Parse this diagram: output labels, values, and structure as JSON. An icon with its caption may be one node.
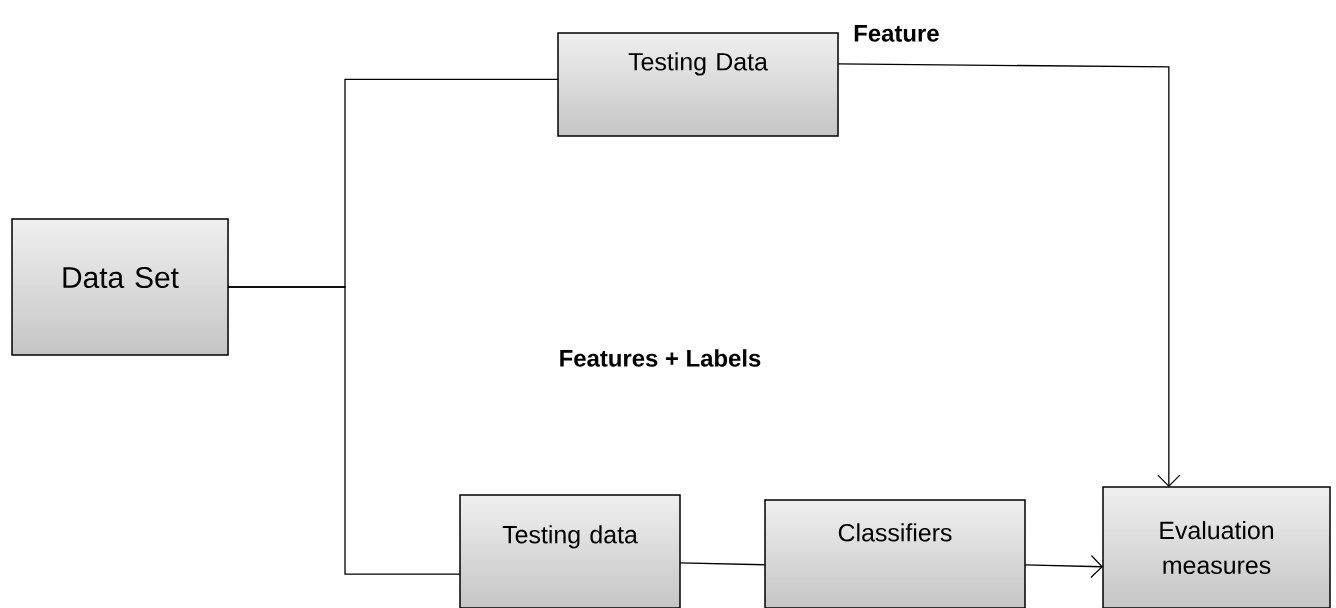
{
  "diagram": {
    "nodes": [
      {
        "text": [
          "Data Set"
        ]
      },
      {
        "text": [
          "Testing Data"
        ]
      },
      {
        "text": [
          "Testing data"
        ]
      },
      {
        "text": [
          "Classifiers"
        ]
      },
      {
        "text": [
          "Evaluation measures"
        ]
      }
    ],
    "edges": [
      {
        "from": 0,
        "to": 1,
        "arrow": "none"
      },
      {
        "from": 0,
        "to": 2,
        "arrow": "none"
      },
      {
        "from": 1,
        "to": 4,
        "arrow": "to",
        "label": "Feature"
      },
      {
        "from": 2,
        "to": 3,
        "arrow": "none"
      },
      {
        "from": 3,
        "to": 4,
        "arrow": "to"
      }
    ],
    "labels": [
      "Features + Labels"
    ]
  }
}
